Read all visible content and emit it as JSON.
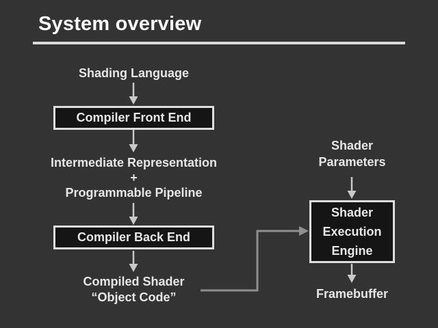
{
  "theme": {
    "bg": "#333333",
    "title_color": "#fbfbfb",
    "text_color": "#e6e6e6",
    "rule_color": "#d9d9d9",
    "box_fill": "#151515",
    "box_border": "#dedede",
    "arrow_color": "#c9c9c9",
    "connector_color": "#8f8f8f"
  },
  "header": {
    "title": "System overview"
  },
  "diagram": {
    "left_column": {
      "shading_language": "Shading Language",
      "compiler_front_end": "Compiler Front End",
      "intermediate": "Intermediate Representation\n+\nProgrammable Pipeline",
      "compiler_back_end": "Compiler Back End",
      "compiled_shader": "Compiled Shader\n“Object Code”"
    },
    "right_column": {
      "shader_parameters": "Shader\nParameters",
      "shader_execution_engine": "Shader\nExecution\nEngine",
      "framebuffer": "Framebuffer"
    }
  }
}
